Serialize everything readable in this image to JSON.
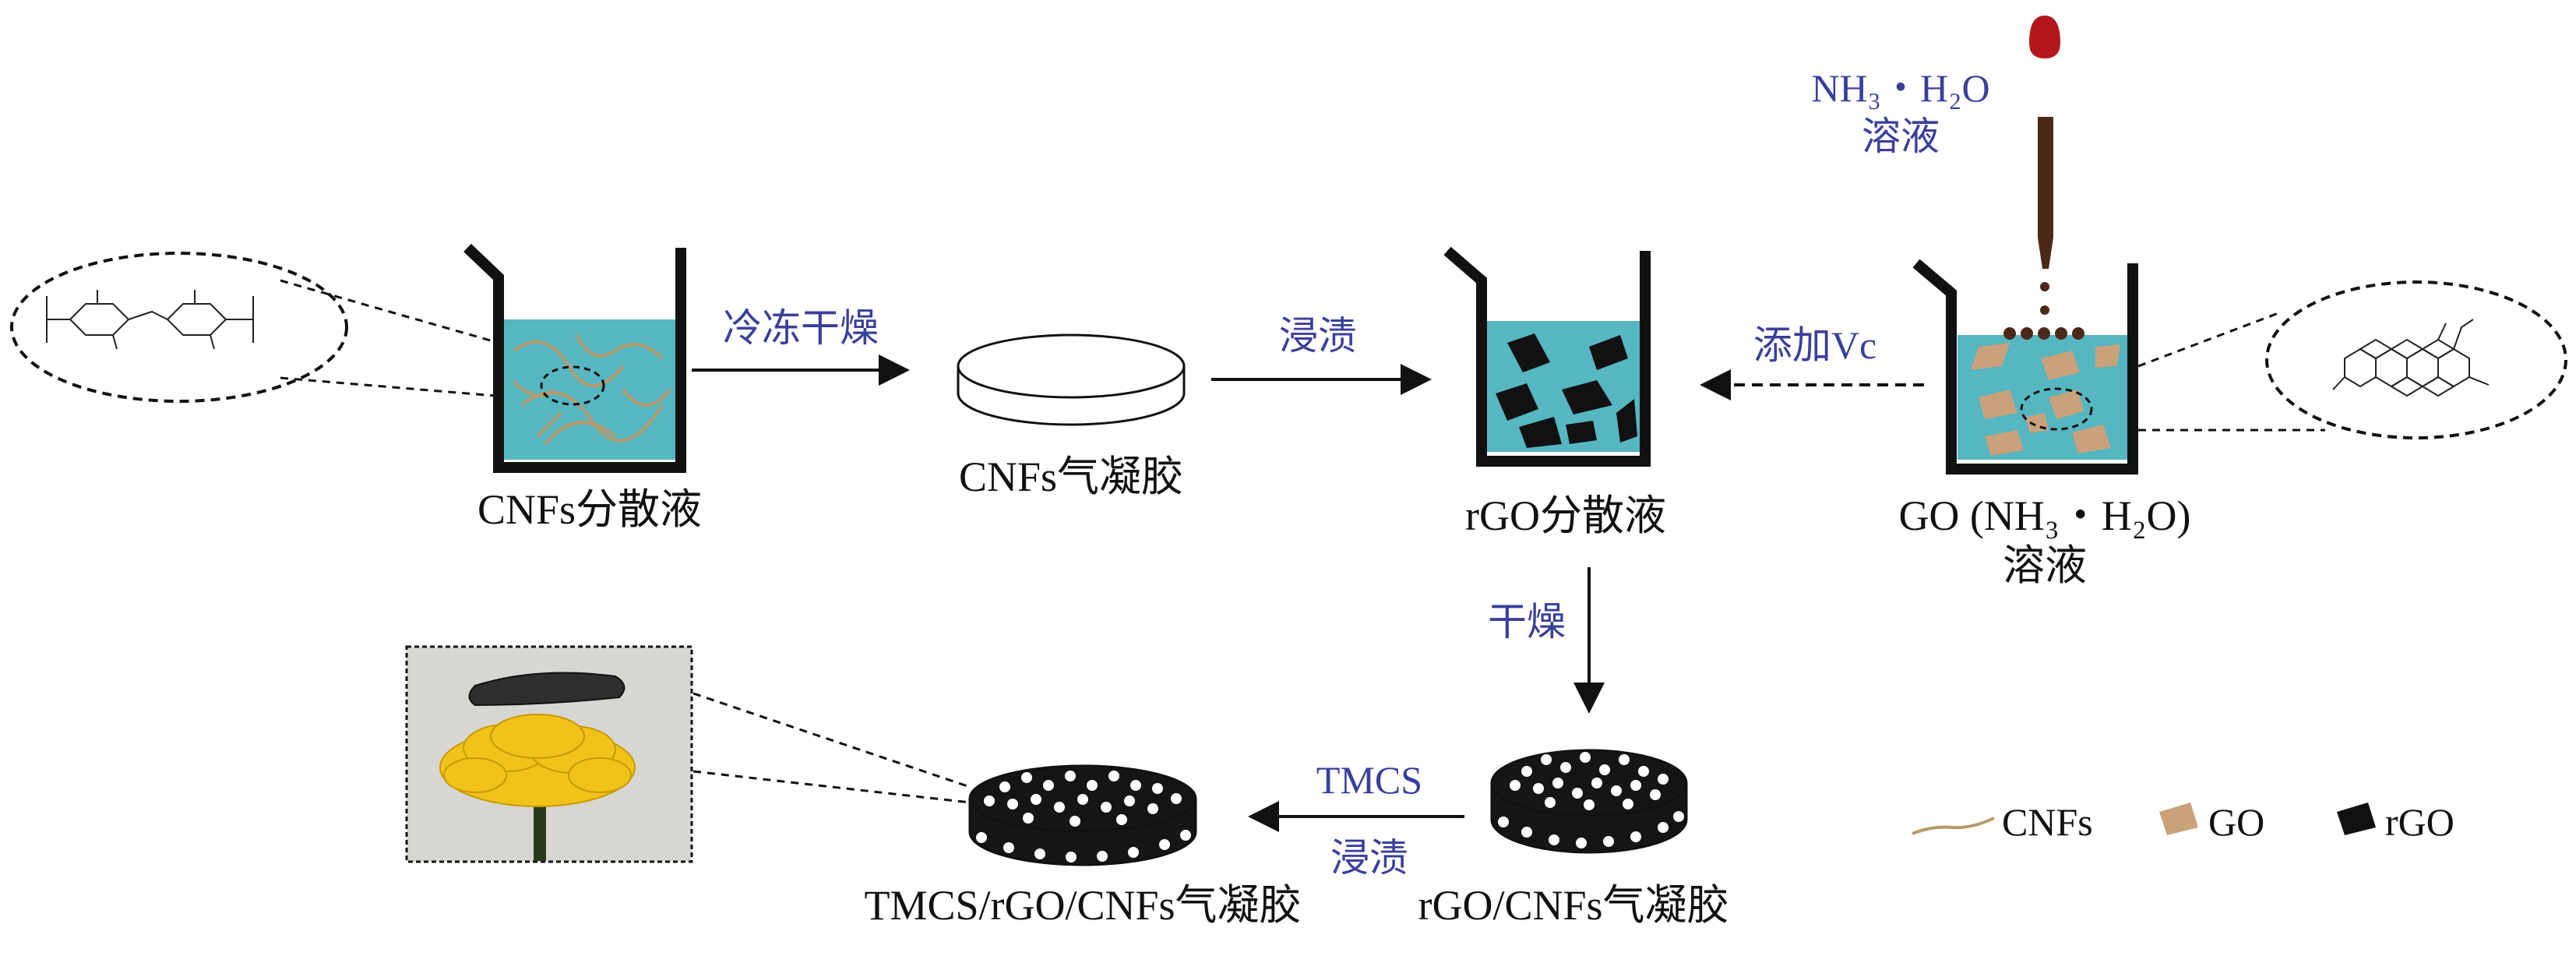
{
  "labels": {
    "beaker_cnfs": "CNFs分散液",
    "aerogel_cnfs": "CNFs气凝胶",
    "beaker_rgo": "rGO分散液",
    "beaker_go_line1": "GO (NH₃・H₂O)",
    "beaker_go_line2": "溶液",
    "dropper_line1": "NH₃・H₂O",
    "dropper_line2": "溶液",
    "aerogel_rgo_cnfs": "rGO/CNFs气凝胶",
    "aerogel_tmcs": "TMCS/rGO/CNFs气凝胶"
  },
  "steps": {
    "freeze_dry": "冷冻干燥",
    "impregnate": "浸渍",
    "add_vc": "添加Vc",
    "dry": "干燥",
    "tmcs_line1": "TMCS",
    "tmcs_line2": "浸渍"
  },
  "legend": [
    {
      "label": "CNFs",
      "icon": "fiber-icon",
      "color": "#b89a6a"
    },
    {
      "label": "GO",
      "icon": "go-flake-icon",
      "color": "#c9a27c"
    },
    {
      "label": "rGO",
      "icon": "rgo-flake-icon",
      "color": "#111111"
    }
  ],
  "colors": {
    "liquid": "#56b6c2",
    "step_text": "#3a3f9b",
    "dropper_bulb": "#b3161c",
    "fiber": "#b89a6a",
    "go_flake": "#c9a27c"
  }
}
